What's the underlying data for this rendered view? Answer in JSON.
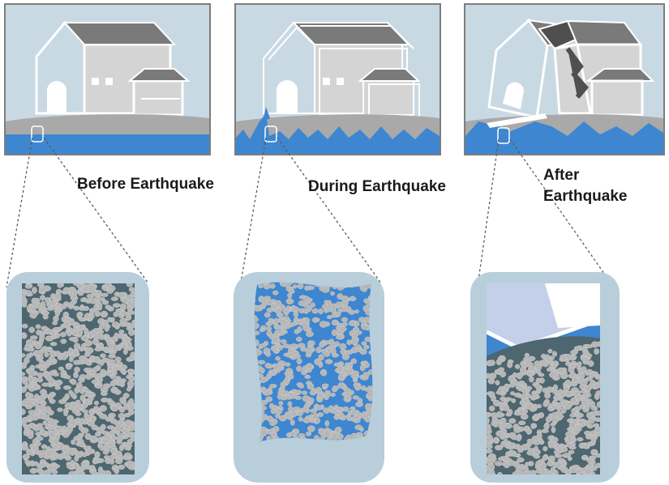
{
  "stages": [
    {
      "id": "before",
      "label_lines": [
        "Before Earthquake"
      ]
    },
    {
      "id": "during",
      "label_lines": [
        "During Earthquake"
      ]
    },
    {
      "id": "after",
      "label_lines": [
        "After",
        "Earthquake"
      ]
    }
  ],
  "colors": {
    "sky": "#c9d9e3",
    "frame": "#7d7d7d",
    "ground": "#a9a9a9",
    "water": "#3e86cf",
    "house_wall": "#d4d4d4",
    "roof": "#7a7a7a",
    "roof_dark": "#4f4f4f",
    "outline": "#ffffff",
    "soil_dark": "#4d6670",
    "grain": "#b5b5b5",
    "capsule": "#b9cedb",
    "building_light": "#c4d0ea"
  }
}
